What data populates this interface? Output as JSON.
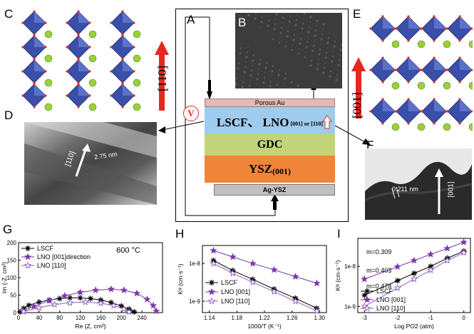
{
  "panel_labels": {
    "A": "A",
    "B": "B",
    "C": "C",
    "D": "D",
    "E": "E",
    "F": "F",
    "G": "G",
    "H": "H",
    "I": "I"
  },
  "directions": {
    "c": "[110]",
    "e": "[001]"
  },
  "cell": {
    "porous_au": "Porous Au",
    "cathode_main": "LSCF、 LNO",
    "cathode_sub": "[001] or [110]",
    "gdc": "GDC",
    "ysz_main": "YSZ",
    "ysz_sub": "(001)",
    "ag_ysz": "Ag-YSZ",
    "voltmeter": "V"
  },
  "tem_d": {
    "direction": "[110]",
    "spacing": "2.75 nm"
  },
  "tem_f": {
    "direction": "[001]",
    "spacing": "0.211 nm"
  },
  "colors": {
    "porous_au": "#e3b9b2",
    "cathode": "#9ecbee",
    "gdc": "#c3d37a",
    "ysz": "#f0853a",
    "ag_ysz": "#c0c0c0",
    "arrow_red": "#e8271f",
    "line_purple": "#7b38a8"
  },
  "chart_data": [
    {
      "panel": "G",
      "type": "line",
      "annotation": "600 °C",
      "xlabel": "Re {Z, cm²}",
      "ylabel": "Im {-Z, cm²}",
      "xlim": [
        0,
        280
      ],
      "ylim": [
        0,
        200
      ],
      "xticks": [
        "0",
        "40",
        "80",
        "120",
        "160",
        "200",
        "240"
      ],
      "yticks": [
        "0",
        "50",
        "100",
        "150",
        "200"
      ],
      "series": [
        {
          "name": "LSCF",
          "marker": "asterisk",
          "x": [
            3,
            10,
            20,
            40,
            60,
            80,
            100,
            120,
            140,
            160,
            180,
            200,
            215,
            225
          ],
          "y": [
            2,
            12,
            21,
            30,
            36,
            40,
            42,
            42,
            40,
            36,
            29,
            19,
            10,
            2
          ]
        },
        {
          "name": "LNO [001]direction",
          "marker": "star-filled",
          "x": [
            8,
            30,
            60,
            90,
            120,
            150,
            180,
            205,
            230,
            250,
            262,
            268
          ],
          "y": [
            4,
            18,
            34,
            48,
            58,
            64,
            67,
            64,
            55,
            38,
            20,
            4
          ]
        },
        {
          "name": "LNO [110]",
          "marker": "star-open",
          "x": [
            10,
            40,
            70,
            100,
            130,
            160,
            185,
            205,
            215
          ],
          "y": [
            3,
            14,
            23,
            28,
            30,
            27,
            20,
            10,
            2
          ]
        }
      ]
    },
    {
      "panel": "H",
      "type": "line",
      "xlabel": "1000/T (K⁻¹)",
      "ylabel": "Kᵠ (cm·s⁻¹)",
      "ylog": true,
      "xlim": [
        1.13,
        1.31
      ],
      "xticks": [
        "1.14",
        "1.18",
        "1.22",
        "1.26",
        "1.30"
      ],
      "yticks": [
        "1E-8",
        "1E-9"
      ],
      "series": [
        {
          "name": "LSCF",
          "marker": "asterisk",
          "x": [
            1.146,
            1.174,
            1.203,
            1.234,
            1.265,
            1.296
          ],
          "y": [
            1.2e-08,
            6.5e-09,
            3.8e-09,
            2.1e-09,
            1.2e-09,
            6.5e-10
          ]
        },
        {
          "name": "LNO [001]",
          "marker": "star-filled",
          "x": [
            1.146,
            1.174,
            1.203,
            1.234,
            1.265,
            1.296
          ],
          "y": [
            2.2e-08,
            1.5e-08,
            1e-08,
            6.8e-09,
            4.5e-09,
            3e-09
          ]
        },
        {
          "name": "LNO [110]",
          "marker": "star-open",
          "x": [
            1.146,
            1.174,
            1.203,
            1.234,
            1.265,
            1.296
          ],
          "y": [
            1e-08,
            5.5e-09,
            3.2e-09,
            1.8e-09,
            1e-09,
            5.5e-10
          ]
        }
      ]
    },
    {
      "panel": "I",
      "type": "line",
      "xlabel": "Log PO2 (atm)",
      "ylabel": "Kᵠ (cm·s⁻¹)",
      "ylog": true,
      "xlim": [
        -3.2,
        0.2
      ],
      "xticks": [
        "-3",
        "-2",
        "-1",
        "0"
      ],
      "yticks": [
        "1E-8",
        "1E-9"
      ],
      "annotations": [
        "m=0.309",
        "m=0.403",
        "m=0.478"
      ],
      "series": [
        {
          "name": "LSCF",
          "marker": "asterisk",
          "x": [
            -3,
            -2,
            -1.5,
            -1,
            -0.5,
            0
          ],
          "y": [
            1.9e-09,
            4.4e-09,
            6.7e-09,
            1e-08,
            1.6e-08,
            2.4e-08
          ]
        },
        {
          "name": "LNO [001]",
          "marker": "star-filled",
          "x": [
            -3,
            -2,
            -1.5,
            -1,
            -0.5,
            0
          ],
          "y": [
            4.8e-09,
            9.8e-09,
            1.4e-08,
            2e-08,
            2.8e-08,
            4e-08
          ]
        },
        {
          "name": "LNO [110]",
          "marker": "star-open",
          "x": [
            -3,
            -2,
            -1.5,
            -1,
            -0.5,
            0
          ],
          "y": [
            1e-09,
            2.9e-09,
            4.8e-09,
            8e-09,
            1.4e-08,
            2.2e-08
          ]
        }
      ]
    }
  ]
}
